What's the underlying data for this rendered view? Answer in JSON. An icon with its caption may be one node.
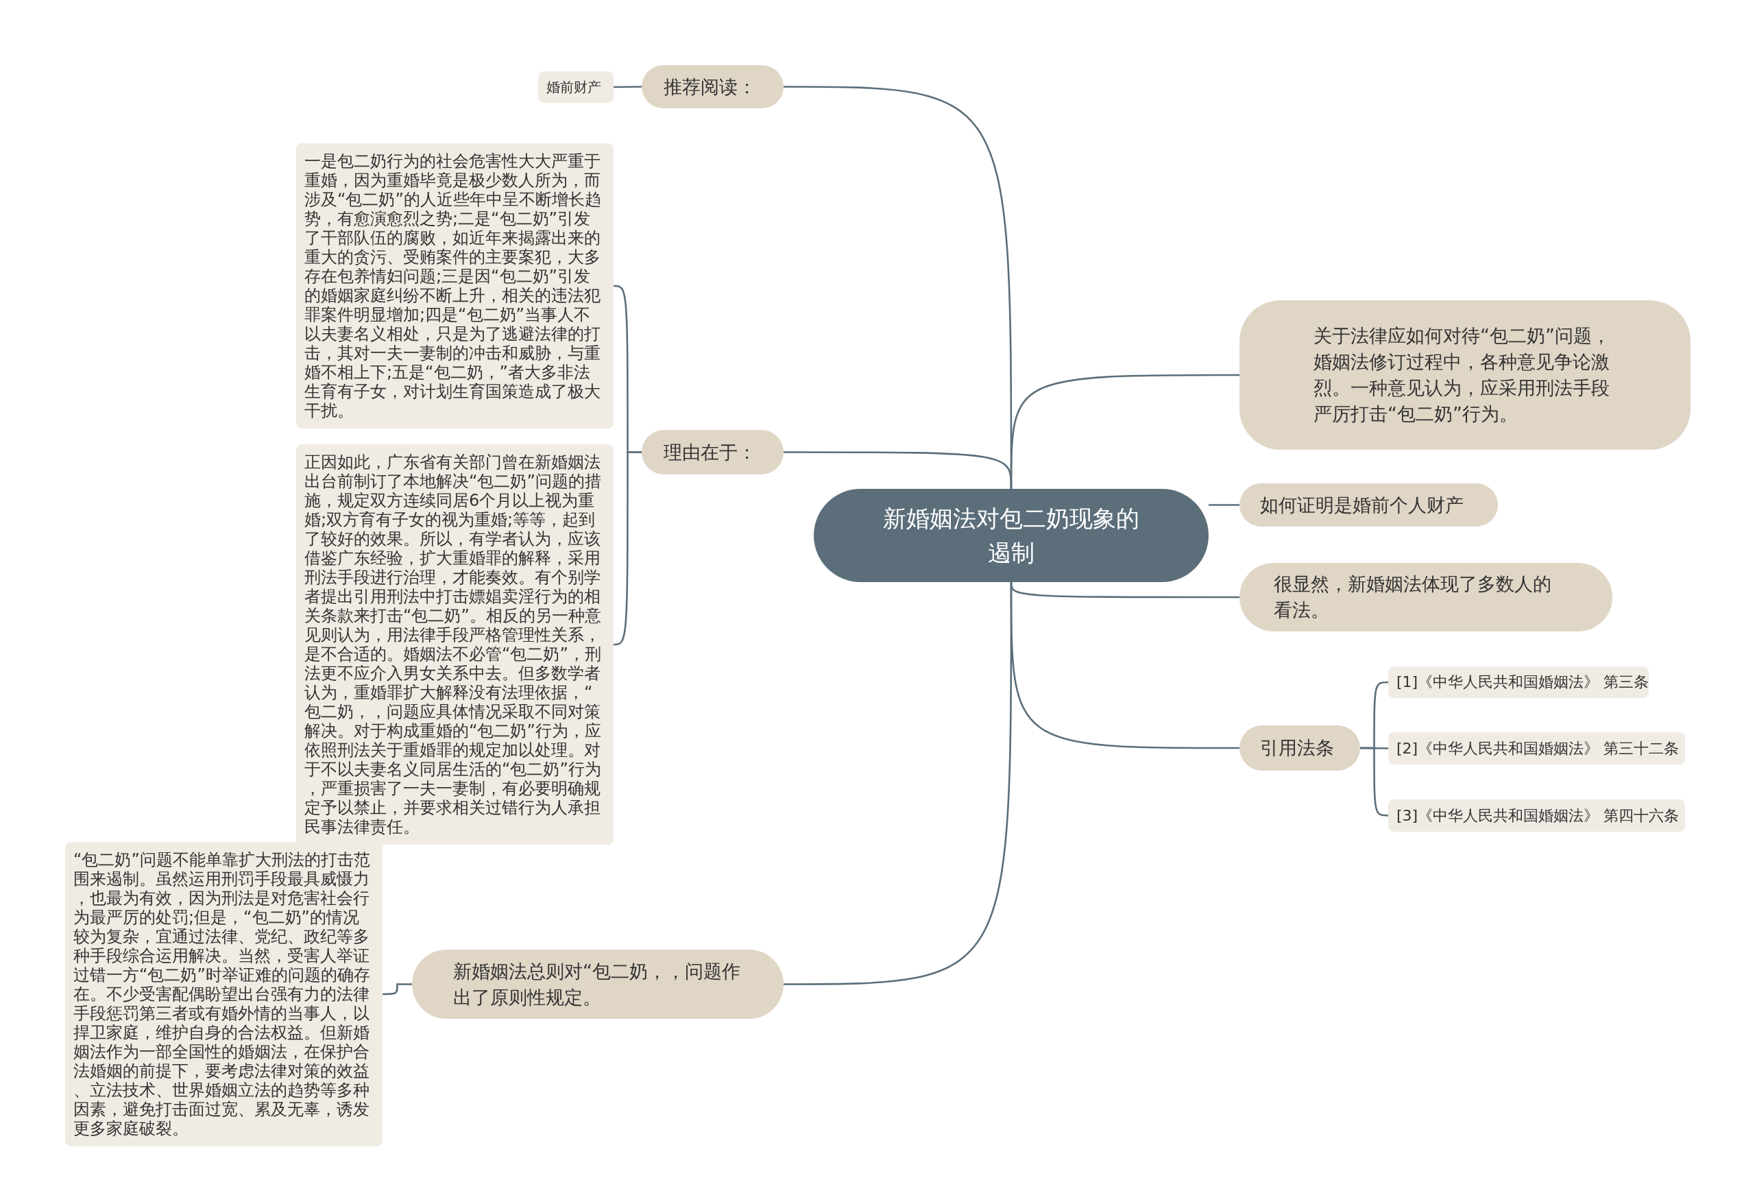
{
  "diagram": {
    "nodes": [
      {
        "text": [
          "新婚姻法对包二奶现象的遏制"
        ]
      },
      {
        "text": [
          "推荐阅读："
        ]
      },
      {
        "text": [
          "婚前财产"
        ]
      },
      {
        "text": [
          "理由在于："
        ]
      },
      {
        "text": [
          "一是包二奶行为的社会危害性大大严重于重婚，因为重婚毕竟是极少数人所为，而涉及“包二奶”的人近些年中呈不断增长趋势，有愈演愈烈之势;二是“包二奶”引发了干部队伍的腐败，如近年来揭露出来的重大的贪污、受贿案件的主要案犯，大多存在包养情妇问题;三是因“包二奶”引发的婚姻家庭纠纷不断上升，相关的违法犯罪案件明显增加;四是“包二奶”当事人不以夫妻名义相处，只是为了逃避法律的打击，其对一夫一妻制的冲击和威胁，与重婚不相上下;五是“包二奶，”者大多非法生育有子女，对计划生育国策造成了极大干扰。"
        ]
      },
      {
        "text": [
          "正因如此，广东省有关部门曾在新婚姻法出台前制订了本地解决“包二奶”问题的措施，规定双方连续同居6个月以上视为重婚;双方育有子女的视为重婚;等等，起到了较好的效果。所以，有学者认为，应该借鉴广东经验，扩大重婚罪的解释，采用刑法手段进行治理，才能奏效。有个别学者提出引用刑法中打击嫖娼卖淫行为的相关条款来打击“包二奶”。相反的另一种意见则认为，用法律手段严格管理性关系，是不合适的。婚姻法不必管“包二奶”，刑法更不应介入男女关系中去。但多数学者认为，重婚罪扩大解释没有法理依据，“包二奶，，问题应具体情况采取不同对策解决。对于构成重婚的“包二奶”行为，应依照刑法关于重婚罪的规定加以处理。对于不以夫妻名义同居生活的“包二奶”行为，严重损害了一夫一妻制，有必要明确规定予以禁止，并要求相关过错行为人承担民事法律责任。"
        ]
      },
      {
        "text": [
          "新婚姻法总则对“包二奶，，问题作出了原则性规定。"
        ]
      },
      {
        "text": [
          "“包二奶”问题不能单靠扩大刑法的打击范围来遏制。虽然运用刑罚手段最具威慑力，也最为有效，因为刑法是对危害社会行为最严厉的处罚;但是，“包二奶”的情况较为复杂，宜通过法律、党纪、政纪等多种手段综合运用解决。当然，受害人举证过错一方“包二奶”时举证难的问题的确存在。不少受害配偶盼望出台强有力的法律手段惩罚第三者或有婚外情的当事人，以捍卫家庭，维护自身的合法权益。但新婚姻法作为一部全国性的婚姻法，在保护合法婚姻的前提下，要考虑法律对策的效益、立法技术、世界婚姻立法的趋势等多种因素，避免打击面过宽、累及无辜，诱发更多家庭破裂。"
        ]
      },
      {
        "text": [
          "关于法律应如何对待“包二奶”问题，婚姻法修订过程中，各种意见争论激烈。一种意见认为，应采用刑法手段严厉打击“包二奶”行为。"
        ]
      },
      {
        "text": [
          "如何证明是婚前个人财产"
        ]
      },
      {
        "text": [
          "很显然，新婚姻法体现了多数人的看法。"
        ]
      },
      {
        "text": [
          "引用法条"
        ]
      },
      {
        "text": [
          "[1]《中华人民共和国婚姻法》 第三条"
        ]
      },
      {
        "text": [
          "[2]《中华人民共和国婚姻法》 第三十二条"
        ]
      },
      {
        "text": [
          "[3]《中华人民共和国婚姻法》 第四十六条"
        ]
      }
    ],
    "edges": [
      {
        "from": 0,
        "to": 1,
        "arrow": "none"
      },
      {
        "from": 1,
        "to": 2,
        "arrow": "none"
      },
      {
        "from": 0,
        "to": 3,
        "arrow": "none"
      },
      {
        "from": 3,
        "to": 4,
        "arrow": "none"
      },
      {
        "from": 3,
        "to": 5,
        "arrow": "none"
      },
      {
        "from": 0,
        "to": 6,
        "arrow": "none"
      },
      {
        "from": 6,
        "to": 7,
        "arrow": "none"
      },
      {
        "from": 0,
        "to": 8,
        "arrow": "none"
      },
      {
        "from": 0,
        "to": 9,
        "arrow": "none"
      },
      {
        "from": 0,
        "to": 10,
        "arrow": "none"
      },
      {
        "from": 0,
        "to": 11,
        "arrow": "none"
      },
      {
        "from": 11,
        "to": 12,
        "arrow": "none"
      },
      {
        "from": 11,
        "to": 13,
        "arrow": "none"
      },
      {
        "from": 11,
        "to": 14,
        "arrow": "none"
      }
    ]
  }
}
